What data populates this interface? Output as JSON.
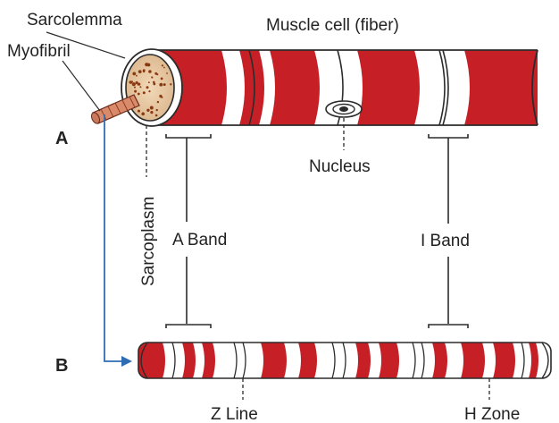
{
  "labels": {
    "sarcolemma": "Sarcolemma",
    "myofibril": "Myofibril",
    "muscle_cell": "Muscle cell (fiber)",
    "part_a": "A",
    "part_b": "B",
    "nucleus": "Nucleus",
    "sarcoplasm": "Sarcoplasm",
    "a_band": "A Band",
    "i_band": "I Band",
    "z_line": "Z Line",
    "h_zone": "H Zone"
  },
  "colors": {
    "band_red": "#c62026",
    "outline": "#2b2b2b",
    "arrow_blue": "#2e6db4",
    "myofibril_tip": "#c9785a",
    "sarcoplasm_dots": "#8a3a12"
  }
}
